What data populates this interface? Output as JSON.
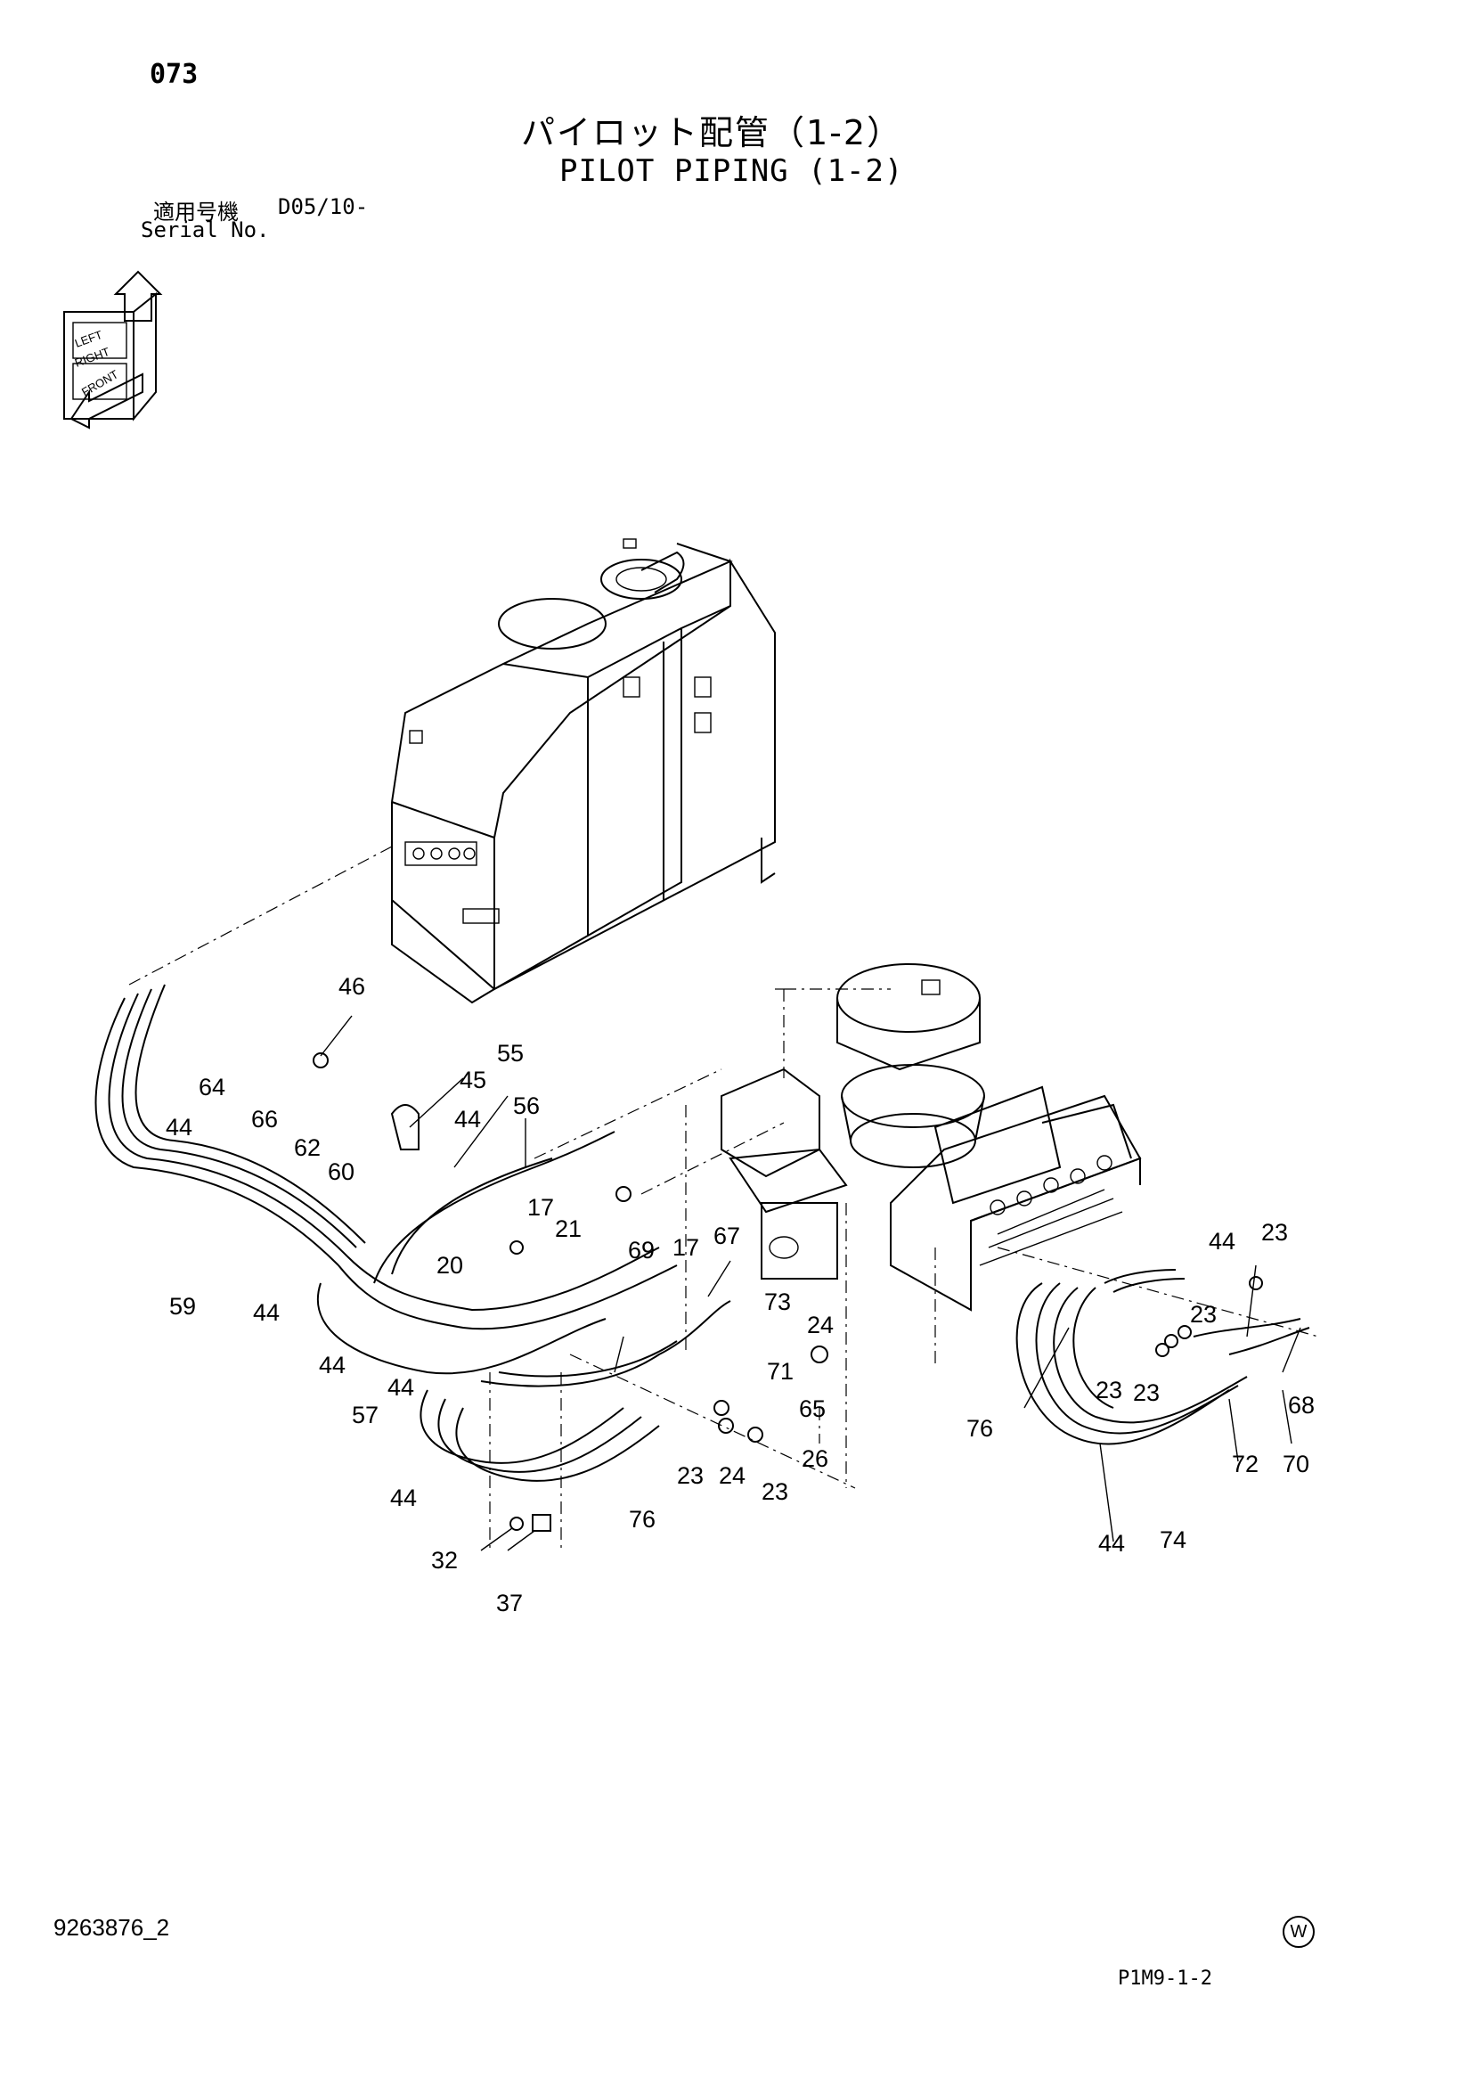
{
  "header": {
    "page_number": "073",
    "title_jp": "パイロット配管（1-2）",
    "title_en": "PILOT PIPING (1-2)",
    "serial_label_jp": "適用号機",
    "serial_code": "D05/10-",
    "serial_label_en": "Serial No."
  },
  "orientation_icon": {
    "labels": [
      "LEFT",
      "RIGHT",
      "FRONT"
    ]
  },
  "callouts": [
    {
      "id": "46",
      "label": "46"
    },
    {
      "id": "45",
      "label": "45"
    },
    {
      "id": "55",
      "label": "55"
    },
    {
      "id": "56",
      "label": "56"
    },
    {
      "id": "64",
      "label": "64"
    },
    {
      "id": "44a",
      "label": "44"
    },
    {
      "id": "66",
      "label": "66"
    },
    {
      "id": "44b",
      "label": "44"
    },
    {
      "id": "62",
      "label": "62"
    },
    {
      "id": "60",
      "label": "60"
    },
    {
      "id": "17a",
      "label": "17"
    },
    {
      "id": "21",
      "label": "21"
    },
    {
      "id": "17b",
      "label": "17"
    },
    {
      "id": "67",
      "label": "67"
    },
    {
      "id": "69",
      "label": "69"
    },
    {
      "id": "20",
      "label": "20"
    },
    {
      "id": "59",
      "label": "59"
    },
    {
      "id": "44c",
      "label": "44"
    },
    {
      "id": "73",
      "label": "73"
    },
    {
      "id": "24a",
      "label": "24"
    },
    {
      "id": "44d",
      "label": "44"
    },
    {
      "id": "44e",
      "label": "44"
    },
    {
      "id": "71",
      "label": "71"
    },
    {
      "id": "57",
      "label": "57"
    },
    {
      "id": "65",
      "label": "65"
    },
    {
      "id": "26",
      "label": "26"
    },
    {
      "id": "23a",
      "label": "23"
    },
    {
      "id": "24b",
      "label": "24"
    },
    {
      "id": "23b",
      "label": "23"
    },
    {
      "id": "44f",
      "label": "44"
    },
    {
      "id": "76a",
      "label": "76"
    },
    {
      "id": "32",
      "label": "32"
    },
    {
      "id": "37",
      "label": "37"
    },
    {
      "id": "44g",
      "label": "44"
    },
    {
      "id": "23c",
      "label": "23"
    },
    {
      "id": "23d",
      "label": "23"
    },
    {
      "id": "23e",
      "label": "23"
    },
    {
      "id": "23f",
      "label": "23"
    },
    {
      "id": "76b",
      "label": "76"
    },
    {
      "id": "68",
      "label": "68"
    },
    {
      "id": "72",
      "label": "72"
    },
    {
      "id": "70",
      "label": "70"
    },
    {
      "id": "44h",
      "label": "44"
    },
    {
      "id": "74",
      "label": "74"
    }
  ],
  "footer": {
    "document_number": "9263876_2",
    "mark": "W",
    "reference_code": "P1M9-1-2"
  }
}
